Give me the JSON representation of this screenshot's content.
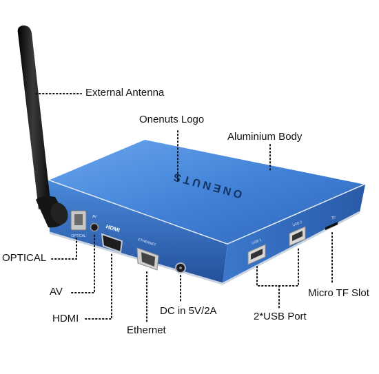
{
  "device": {
    "logo_text": "ONENUTS",
    "ports": {
      "optical": "OPTICAL",
      "av": "AV",
      "hdmi": "HDMI",
      "ethernet": "ETHERNET",
      "usb1": "USB 1",
      "usb2": "USB 2",
      "tf": "TF"
    }
  },
  "callouts": {
    "external_antenna": "External Antenna",
    "onenuts_logo": "Onenuts Logo",
    "aluminium_body": "Aluminium Body",
    "optical": "OPTICAL",
    "av": "AV",
    "hdmi": "HDMI",
    "ethernet": "Ethernet",
    "dc": "DC in 5V/2A",
    "usb": "2*USB Port",
    "micro_tf": "Micro TF Slot"
  },
  "colors": {
    "body_blue": "#3f7fd2",
    "body_top": "#5b9ae6",
    "edge_silver": "#d9e2ec",
    "antenna": "#1a1a1a"
  }
}
